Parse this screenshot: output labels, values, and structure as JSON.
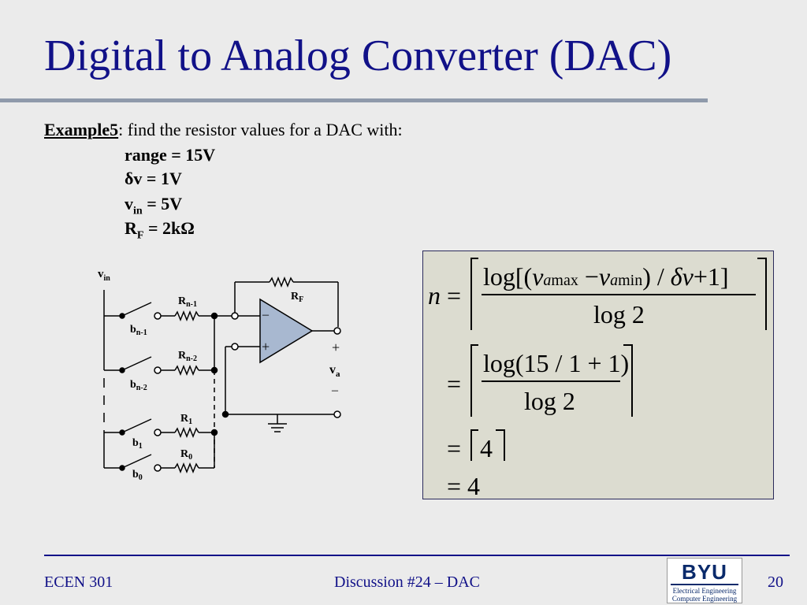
{
  "slide": {
    "title": "Digital to Analog Converter (DAC)",
    "example_label": "Example5",
    "example_text": ": find the resistor values for a DAC with:",
    "specs": {
      "range": "range = 15V",
      "dv": "δv = 1V",
      "vin_prefix": "v",
      "vin_sub": "in",
      "vin_suffix": " = 5V",
      "rf_prefix": "R",
      "rf_sub": "F",
      "rf_suffix": " = 2kΩ"
    }
  },
  "circuit": {
    "vin": "v",
    "vin_sub": "in",
    "rf": "R",
    "rf_sub": "F",
    "rn1": "R",
    "rn1_sub": "n-1",
    "rn2": "R",
    "rn2_sub": "n-2",
    "r1": "R",
    "r1_sub": "1",
    "r0": "R",
    "r0_sub": "0",
    "bn1": "b",
    "bn1_sub": "n-1",
    "bn2": "b",
    "bn2_sub": "n-2",
    "b1": "b",
    "b1_sub": "1",
    "b0": "b",
    "b0_sub": "0",
    "minus_in": "–",
    "plus_in": "+",
    "plus_out": "+",
    "minus_out": "–",
    "va": "v",
    "va_sub": "a"
  },
  "math": {
    "n": "n",
    "eq": "=",
    "log": "log",
    "lbrack": "[",
    "rbrack": "]",
    "lparen": "(",
    "rparen": ")",
    "v": "v",
    "a": "a",
    "max": "max",
    "min": "min",
    "minus": "−",
    "slash": "/",
    "delta_v": "δv",
    "plus1": "+1",
    "log2": "log 2",
    "line2_inner": "15 / 1 + 1",
    "line3_value": "4",
    "line4": "= 4"
  },
  "footer": {
    "course": "ECEN 301",
    "topic": "Discussion #24 – DAC",
    "page": "20"
  },
  "logo": {
    "name": "BYU",
    "line1": "Electrical Engineering",
    "line2": "Computer Engineering"
  }
}
